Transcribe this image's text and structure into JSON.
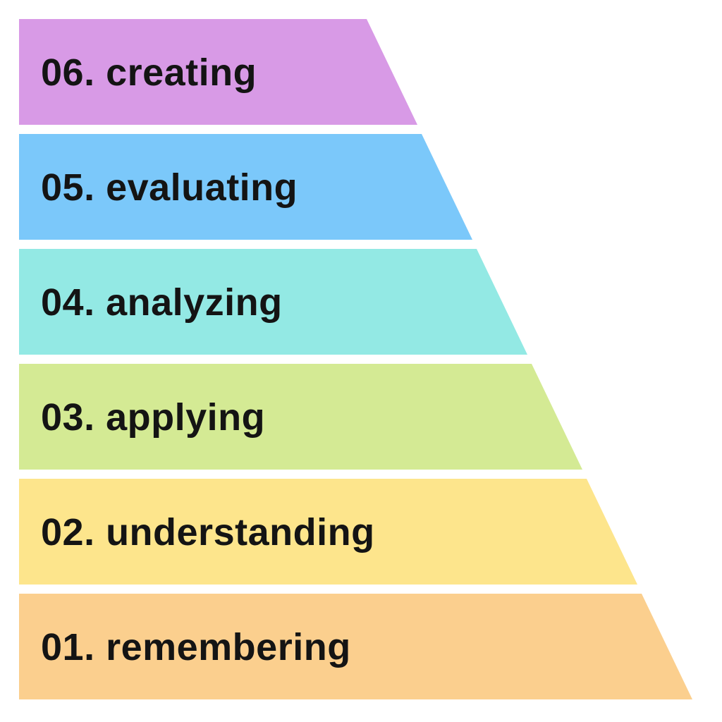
{
  "canvas": {
    "background": "#ffffff",
    "text_color": "#141414"
  },
  "levels": [
    {
      "number": "06",
      "name": "creating",
      "label": "06. creating",
      "color": "#d89ae6"
    },
    {
      "number": "05",
      "name": "evaluating",
      "label": "05. evaluating",
      "color": "#7bc8fa"
    },
    {
      "number": "04",
      "name": "analyzing",
      "label": "04. analyzing",
      "color": "#93e9e4"
    },
    {
      "number": "03",
      "name": "applying",
      "label": "03. applying",
      "color": "#d4ea94"
    },
    {
      "number": "02",
      "name": "understanding",
      "label": "02. understanding",
      "color": "#fde58c"
    },
    {
      "number": "01",
      "name": "remembering",
      "label": "01. remembering",
      "color": "#fbcf8e"
    }
  ]
}
